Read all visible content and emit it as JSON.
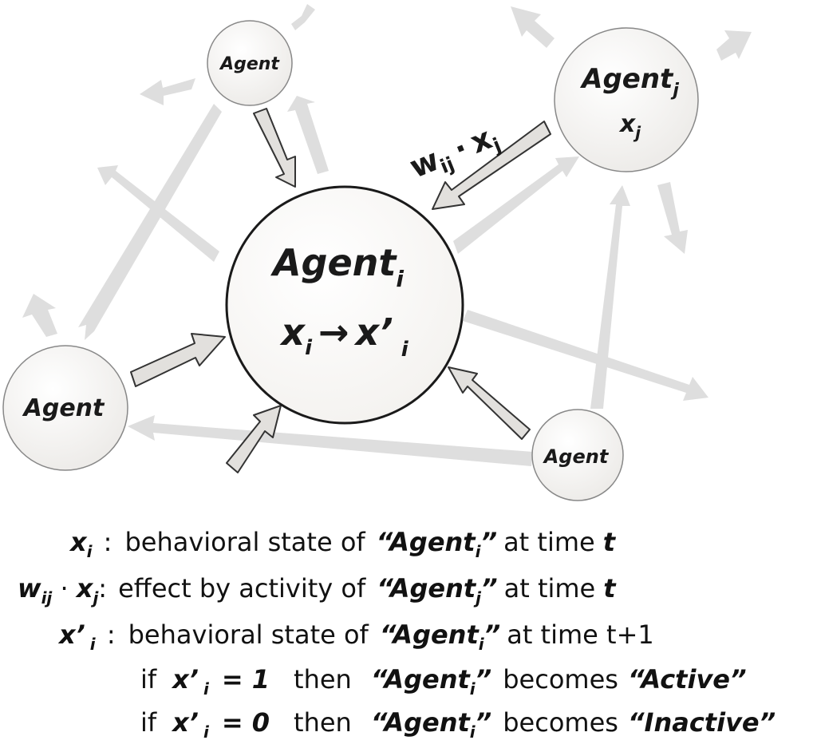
{
  "nodes": {
    "agent_top": {
      "label": "Agent"
    },
    "agent_j": {
      "label": "Agent",
      "sub": "j",
      "value": "x",
      "value_sub": "j"
    },
    "agent_i": {
      "label": "Agent",
      "sub": "i",
      "from": "x",
      "from_sub": "i",
      "arrow": "→",
      "to": "x’",
      "to_sub": "i"
    },
    "agent_left": {
      "label": "Agent"
    },
    "agent_bottom_right": {
      "label": "Agent"
    }
  },
  "edge_label": {
    "w": "w",
    "w_sub": "ij",
    "dot": "·",
    "x": "x",
    "x_sub": "j"
  },
  "legend": {
    "line1": {
      "sym": "x",
      "sym_sub": "i",
      "colon": " :",
      "text": "behavioral state of",
      "q_open": "“Agent",
      "q_sub": "i",
      "q_close": "”",
      "at": "at time",
      "t": "t"
    },
    "line2": {
      "sym_w": "w",
      "sym_w_sub": "ij",
      "sym_dot": " · ",
      "sym_x": "x",
      "sym_x_sub": "j",
      "colon": ":",
      "text": "effect by activity of",
      "q_open": "“Agent",
      "q_sub": "j",
      "q_close": "”",
      "at": "at time",
      "t": "t"
    },
    "line3": {
      "sym": "x’",
      "sym_sub": "i",
      "colon": " :",
      "text": "behavioral state of",
      "q_open": "“Agent",
      "q_sub": "i",
      "q_close": "”",
      "at": "at time t+1"
    },
    "line4": {
      "if": "if",
      "sym": "x’",
      "sym_sub": "i",
      "eq": "= 1",
      "then": "then",
      "q_open": "“Agent",
      "q_sub": "i",
      "q_close": "”",
      "becomes": "becomes",
      "state": "“Active”"
    },
    "line5": {
      "if": "if",
      "sym": "x’",
      "sym_sub": "i",
      "eq": "= 0",
      "then": "then",
      "q_open": "“Agent",
      "q_sub": "i",
      "q_close": "”",
      "becomes": "becomes",
      "state": "“Inactive”"
    }
  }
}
